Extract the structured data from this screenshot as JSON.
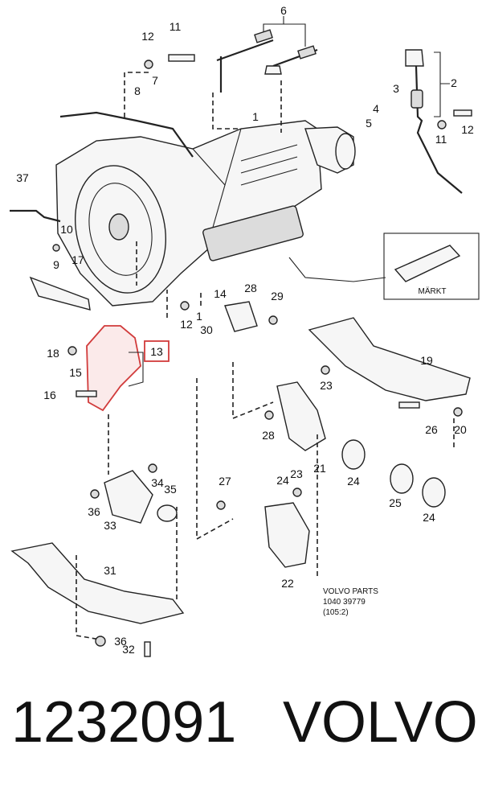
{
  "callouts": [
    "6",
    "12",
    "11",
    "8",
    "7",
    "2",
    "3",
    "4",
    "5",
    "11",
    "12",
    "1",
    "37",
    "10",
    "9",
    "17",
    "14",
    "28",
    "29",
    "12",
    "1",
    "30",
    "18",
    "15",
    "13",
    "16",
    "19",
    "23",
    "28",
    "21",
    "26",
    "20",
    "34",
    "35",
    "36",
    "33",
    "27",
    "24",
    "23",
    "24",
    "25",
    "24",
    "31",
    "22",
    "36",
    "32"
  ],
  "highlighted_callout": "13",
  "plate_label": "MÄRKT",
  "stamp": {
    "line1": "VOLVO  PARTS",
    "line2": "1040   39779",
    "line3": "(105:2)"
  },
  "footer": {
    "part_number": "1232091",
    "brand": "VOLVO"
  }
}
